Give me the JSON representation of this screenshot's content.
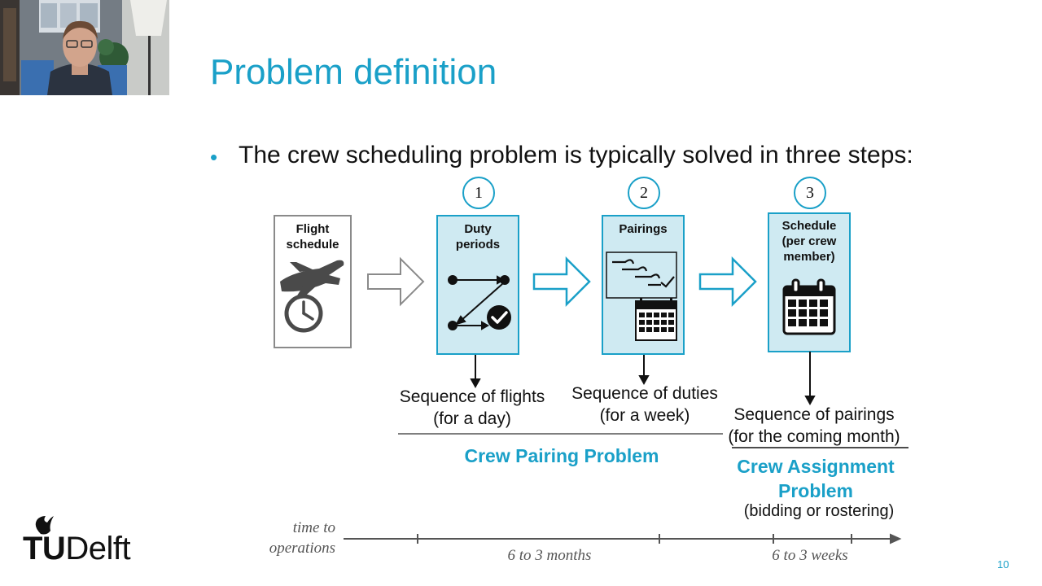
{
  "slide": {
    "title": "Problem definition",
    "bullet": "The crew scheduling problem is typically solved in three steps:",
    "page_number": "10"
  },
  "boxes": {
    "flight_schedule": "Flight\nschedule",
    "duty_periods": "Duty\nperiods",
    "pairings": "Pairings",
    "schedule": "Schedule\n(per crew\nmember)"
  },
  "steps": [
    "1",
    "2",
    "3"
  ],
  "sequences": {
    "flights": "Sequence of flights\n(for a day)",
    "duties": "Sequence of duties\n(for a week)",
    "pairings": "Sequence of pairings\n(for the coming month)"
  },
  "problems": {
    "crew_pairing": "Crew Pairing Problem",
    "crew_assignment": "Crew Assignment\nProblem",
    "crew_assignment_note": "(bidding or rostering)"
  },
  "timeline": {
    "label": "time to\noperations",
    "range_months": "6 to 3 months",
    "range_weeks": "6 to 3 weeks"
  },
  "logo": {
    "text_bold": "TU",
    "text_regular": "Delft"
  },
  "colors": {
    "accent": "#1aa0c8",
    "box_fill": "#cfeaf2",
    "gray_border": "#8a8a8a",
    "timeline": "#555555"
  }
}
